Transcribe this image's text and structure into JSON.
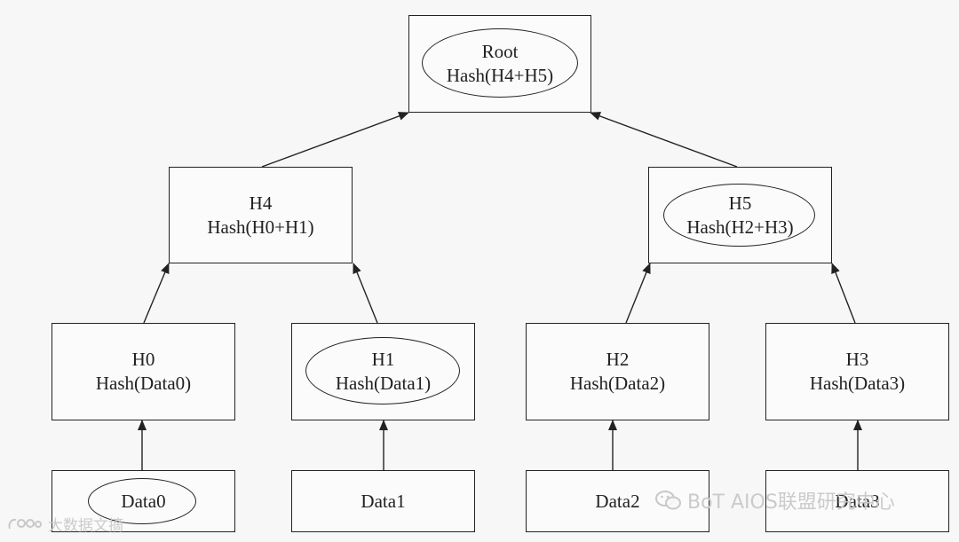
{
  "nodes": {
    "root": {
      "title": "Root",
      "subtitle": "Hash(H4+H5)"
    },
    "h4": {
      "title": "H4",
      "subtitle": "Hash(H0+H1)"
    },
    "h5": {
      "title": "H5",
      "subtitle": "Hash(H2+H3)"
    },
    "h0": {
      "title": "H0",
      "subtitle": "Hash(Data0)"
    },
    "h1": {
      "title": "H1",
      "subtitle": "Hash(Data1)"
    },
    "h2": {
      "title": "H2",
      "subtitle": "Hash(Data2)"
    },
    "h3": {
      "title": "H3",
      "subtitle": "Hash(Data3)"
    },
    "data0": {
      "title": "Data0"
    },
    "data1": {
      "title": "Data1"
    },
    "data2": {
      "title": "Data2"
    },
    "data3": {
      "title": "Data3"
    }
  },
  "watermarks": {
    "right": "BoT AIOS联盟研究中心",
    "left": "大数据文摘"
  },
  "colors": {
    "stroke": "#222222",
    "background": "#f7f7f7"
  },
  "icons": {
    "right_watermark": "wechat-icon",
    "left_watermark": "logo-icon"
  }
}
